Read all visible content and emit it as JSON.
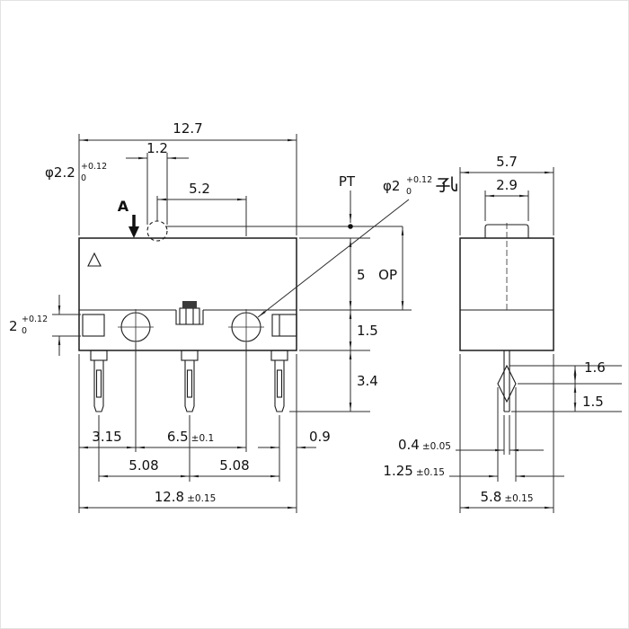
{
  "front": {
    "dims": {
      "overall_width_top": "12.7",
      "plunger_width": "1.2",
      "plunger_dia": {
        "base": "φ2.2",
        "tol_sup": "+0.12",
        "tol_sub": "0"
      },
      "plunger_to_hole": "5.2",
      "pt_label": "PT",
      "hole_dia": {
        "base": "φ2",
        "tol_sup": "+0.12",
        "tol_sub": "0",
        "suffix_cjk": "孔"
      },
      "section_label": "A",
      "top_to_base": "5",
      "op_label": "OP",
      "base_height": "1.5",
      "terminal_length": "3.4",
      "square_hole": {
        "base": "2",
        "tol_sup": "+0.12",
        "tol_sub": "0"
      },
      "edge_to_hole": "3.15",
      "hole_pitch": {
        "val": "6.5",
        "tol": "±0.1"
      },
      "edge_margin": "0.9",
      "terminal_pitch_1": "5.08",
      "terminal_pitch_2": "5.08",
      "overall_width": {
        "val": "12.8",
        "tol": "±0.15"
      }
    }
  },
  "side": {
    "dims": {
      "top_width": "5.7",
      "button_width": "2.9",
      "bend_offset": "1.6",
      "tip_length": "1.5",
      "terminal_thickness": {
        "val": "0.4",
        "tol": "±0.05"
      },
      "bend_width": {
        "val": "1.25",
        "tol": "±0.15"
      },
      "overall_width": {
        "val": "5.8",
        "tol": "±0.15"
      }
    }
  }
}
